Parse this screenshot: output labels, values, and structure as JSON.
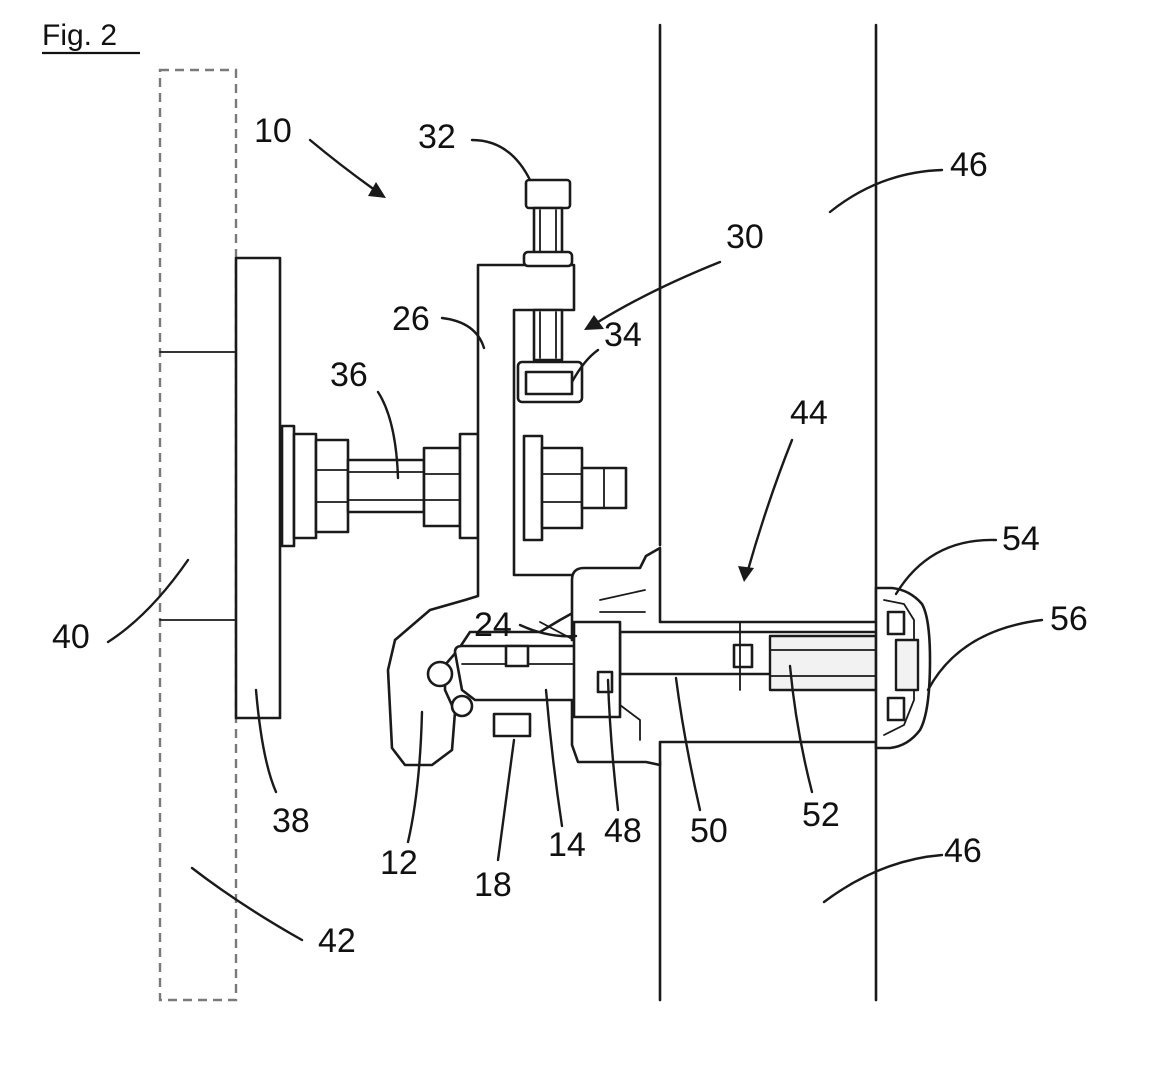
{
  "figure": {
    "title": "Fig. 2"
  },
  "labels": {
    "l10": "10",
    "l12": "12",
    "l14": "14",
    "l18": "18",
    "l24": "24",
    "l26": "26",
    "l30": "30",
    "l32": "32",
    "l34": "34",
    "l36": "36",
    "l38": "38",
    "l40": "40",
    "l42": "42",
    "l44": "44",
    "l46_top": "46",
    "l46_bottom": "46",
    "l48": "48",
    "l50": "50",
    "l52": "52",
    "l54": "54",
    "l56": "56"
  }
}
